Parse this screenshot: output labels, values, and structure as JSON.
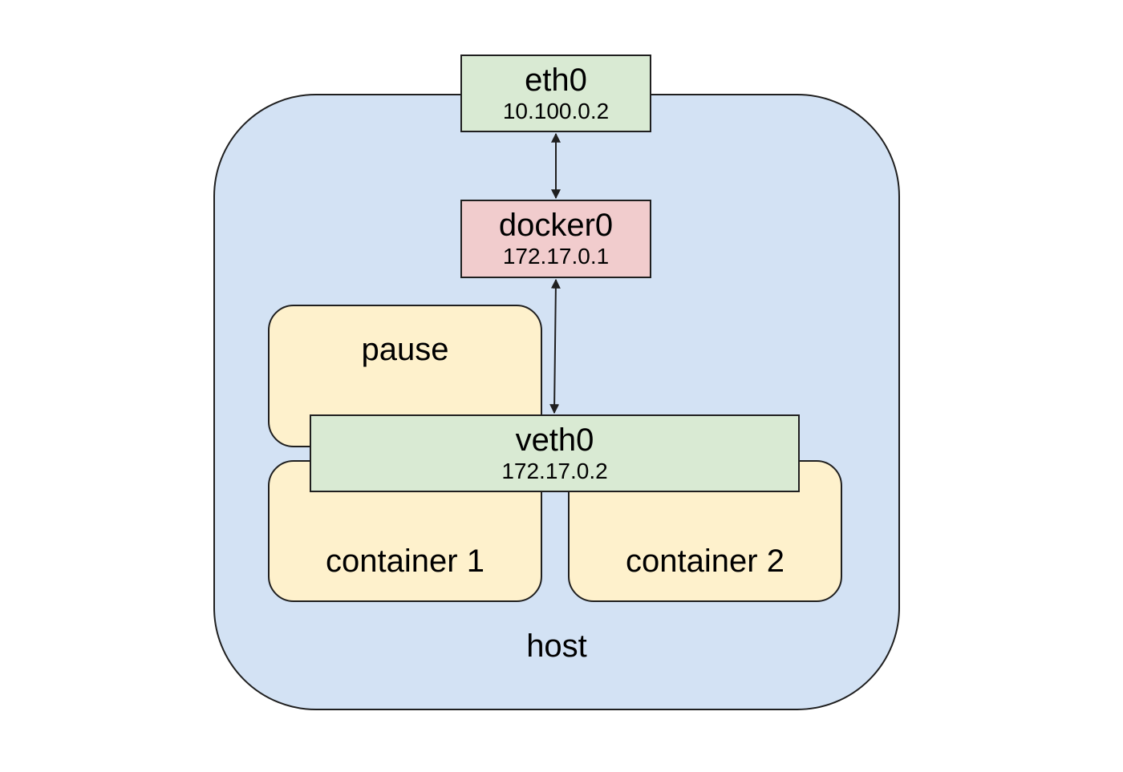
{
  "colors": {
    "host_fill": "#d3e2f4",
    "interface_fill": "#d9ead3",
    "bridge_fill": "#f1cccd",
    "container_fill": "#fef1cc",
    "border": "#1f1f1f"
  },
  "host": {
    "label": "host"
  },
  "interfaces": {
    "eth0": {
      "name": "eth0",
      "ip": "10.100.0.2"
    },
    "docker0": {
      "name": "docker0",
      "ip": "172.17.0.1"
    },
    "veth0": {
      "name": "veth0",
      "ip": "172.17.0.2"
    }
  },
  "containers": {
    "pause": {
      "label": "pause"
    },
    "container1": {
      "label": "container 1"
    },
    "container2": {
      "label": "container 2"
    }
  },
  "links": [
    {
      "from": "eth0",
      "to": "docker0",
      "direction": "bidirectional"
    },
    {
      "from": "docker0",
      "to": "veth0",
      "direction": "bidirectional"
    }
  ]
}
